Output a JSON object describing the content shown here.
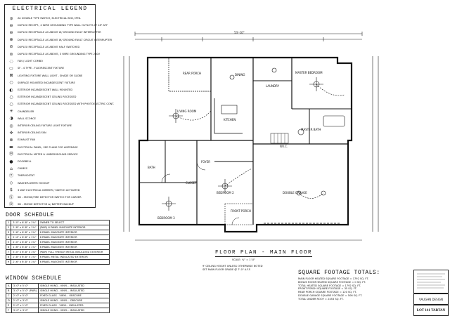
{
  "legend": {
    "title": "ELECTRICAL LEGEND",
    "items": [
      {
        "icon": "duplex-outlet-icon",
        "text": "AC DOUBLE TYPE SWITCH, ELECTRICAL BOX, MTD."
      },
      {
        "icon": "gfci-outlet-icon",
        "text": "DUPLEX RECEPT., 4 WIRE GROUNDING TYPE WALL OUTLETS AT 18\" AFF"
      },
      {
        "icon": "gfci-outlet-icon",
        "text": "DUPLEX RECEPTACLE AS ABOVE W/ GROUND FAULT INTERRUPTER"
      },
      {
        "icon": "waterproof-outlet-icon",
        "text": "DUPLEX RECEPTACLE AS ABOVE W/ GROUND FAULT CIRCUIT INTERRUPTER"
      },
      {
        "icon": "half-switched-outlet-icon",
        "text": "DUPLEX RECEPTACLE AS ABOVE HALF SWITCHED"
      },
      {
        "icon": "range-outlet-icon",
        "text": "DUPLEX RECEPTACLE AS ABOVE, 3 WIRE GROUNDING TYPE 240V"
      },
      {
        "icon": "fan-outlet-icon",
        "text": "FAN / LIGHT COMBO"
      },
      {
        "icon": "switch-box-icon",
        "text": "SF - 4 TYPE - FLUORESCENT FIXTURE"
      },
      {
        "icon": "light-fixture-icon",
        "text": "LIGHTING FIXTURE WALL LIGHT - SHADE OR GLOBE"
      },
      {
        "icon": "recessed-light-icon",
        "text": "SURFACE MOUNTED INCANDESCENT FIXTURE"
      },
      {
        "icon": "exterior-light-icon",
        "text": "EXTERIOR INCANDESCENT WALL MOUNTED"
      },
      {
        "icon": "recessed-light-icon",
        "text": "EXTERIOR INCANDESCENT CEILING RECESSED"
      },
      {
        "icon": "recessed-light-icon",
        "text": "EXTERIOR INCANDESCENT CEILING RECESSED WITH PHOTOELECTRIC CONT."
      },
      {
        "icon": "chandelier-icon",
        "text": "CHANDELIER"
      },
      {
        "icon": "wall-sconce-icon",
        "text": "WALL SCONCE"
      },
      {
        "icon": "pendant-light-icon",
        "text": "INTERIOR CEILING FIXTURE LIGHT FIXTURE"
      },
      {
        "icon": "ceiling-fan-icon",
        "text": "INTERIOR CEILING FAN"
      },
      {
        "icon": "exhaust-fan-icon",
        "text": "EXHAUST FAN"
      },
      {
        "icon": "panel-icon",
        "text": "ELECTRICAL PANEL, SEE PLANS FOR AMPERAGE"
      },
      {
        "icon": "meter-icon",
        "text": "ELECTRICAL METER & UNDERGROUND SERVICE"
      },
      {
        "icon": "smoke-detector-icon",
        "text": "DOORBELL"
      },
      {
        "icon": "chime-icon",
        "text": "CHIMES"
      },
      {
        "icon": "thermostat-icon",
        "text": "THERMOSTAT"
      },
      {
        "icon": "carbon-detector-icon",
        "text": "WASHER-DRYER HOOKUP"
      },
      {
        "icon": "three-way-switch-icon",
        "text": "3 WAY ELECTRICAL DIMMER / SWITCH ACTIVATED"
      },
      {
        "icon": "switch-icon",
        "text": "SD - SMOKE/FIRE DETECTOR SWITCH FOR CAREER"
      },
      {
        "icon": "battery-icon",
        "text": "SD - SMOKE DETECTOR w/ BATTERY BACKUP"
      }
    ]
  },
  "door_schedule": {
    "title": "DOOR SCHEDULE",
    "rows": [
      [
        "1",
        "3'-0\" x 6'-8\" x 1⅜\"",
        "OWNER TO SELECT"
      ],
      [
        "2",
        "2'-8\" x 6'-8\" x 1⅜\"",
        "(PAIR) 6 PANEL MASONITE INTERIOR"
      ],
      [
        "3",
        "2'-6\" x 6'-8\" x 1⅜\"",
        "6 PANEL MASONITE INTERIOR"
      ],
      [
        "4",
        "2'-4\" x 6'-8\" x 1⅜\"",
        "6 PANEL MASONITE INTERIOR"
      ],
      [
        "5",
        "2'-0\" x 6'-8\" x 1⅜\"",
        "6 PANEL MASONITE INTERIOR"
      ],
      [
        "6",
        "1'-6\" x 6'-8\" x 1⅜\"",
        "6 PANEL MASONITE INTERIOR"
      ],
      [
        "7",
        "5'-0\" x 6'-8\" x 1⅜\"",
        "(PAIR) FULL FRENCH METAL INSULATED EXTERIOR"
      ],
      [
        "8",
        "2'-8\" x 6'-8\" x 1⅜\"",
        "6 PANEL METAL INSULATED EXTERIOR"
      ],
      [
        "9",
        "2'-6\" x 6'-8\" x 1⅜\"",
        "6 PANEL MASONITE INTERIOR"
      ]
    ]
  },
  "window_schedule": {
    "title": "WINDOW SCHEDULE",
    "rows": [
      [
        "A",
        "3'-0\" x 5'-0\"",
        "SINGLE HUNG - VINYL - INSULATED"
      ],
      [
        "B",
        "3'-0\" x 5'-0\" (PAIR)",
        "SINGLE HUNG - VINYL - INSULATED"
      ],
      [
        "C",
        "2'-0\" x 5'-0\"",
        "FIXED GLASS - VINYL - OBSCURE"
      ],
      [
        "D",
        "2'-0\" x 3'-0\"",
        "SINGLE HUNG - VINYL - OBSCURE"
      ],
      [
        "E",
        "2'-0\" x 1'-0\"",
        "FIXED GLASS - VINYL - INSULATED"
      ],
      [
        "F",
        "3'-0\" x 3'-0\"",
        "SINGLE HUNG - VINYL - INSULATED"
      ]
    ]
  },
  "plan": {
    "title": "FLOOR PLAN - MAIN FLOOR",
    "scale": "SCALE: ¼\" = 1'-0\"",
    "note1": "9' CEILING HEIGHT UNLESS OTHERWISE NOTED",
    "note2": "SET MAIN FLOOR GRADE @ 7'-0\" A.F.F.",
    "overall_dim": "53'-10\"",
    "rooms": {
      "rear_porch": "REAR PORCH",
      "dining": "DINING",
      "laundry": "LAUNDRY",
      "master_bedroom": "MASTER BEDROOM",
      "living_room": "LIVING ROOM",
      "kitchen": "KITCHEN",
      "master_bath": "MASTER BATH",
      "foyer": "FOYER",
      "bedroom2": "BEDROOM 2",
      "bedroom3": "BEDROOM 3",
      "double_garage": "DOUBLE GARAGE",
      "front_porch": "FRONT PORCH",
      "bath": "BATH",
      "wic": "W.I.C.",
      "closet": "CLOSET"
    }
  },
  "square_footage": {
    "title": "SQUARE FOOTAGE TOTALS:",
    "lines": [
      "MAIN FLOOR HEATED SQUARE FOOTAGE = 1792 SQ. FT.",
      "BONUS ROOM HEATED SQUARE FOOTAGE = 0 SQ. FT.",
      "TOTAL HEATED SQUARE FOOTAGE = 1792 SQ. FT.",
      "FRONT PORCH SQUARE FOOTAGE = 35 SQ. FT.",
      "REAR PORCH SQUARE FOOTAGE = 120 SQ. FT.",
      "DOUBLE GARAGE SQUARE FOOTAGE = 506 SQ. FT.",
      "TOTAL UNDER ROOF = 2453 SQ. FT."
    ]
  },
  "title_block": {
    "firm": "VAUGHN DESIGN",
    "lot": "LOT 141 TARTAN"
  }
}
